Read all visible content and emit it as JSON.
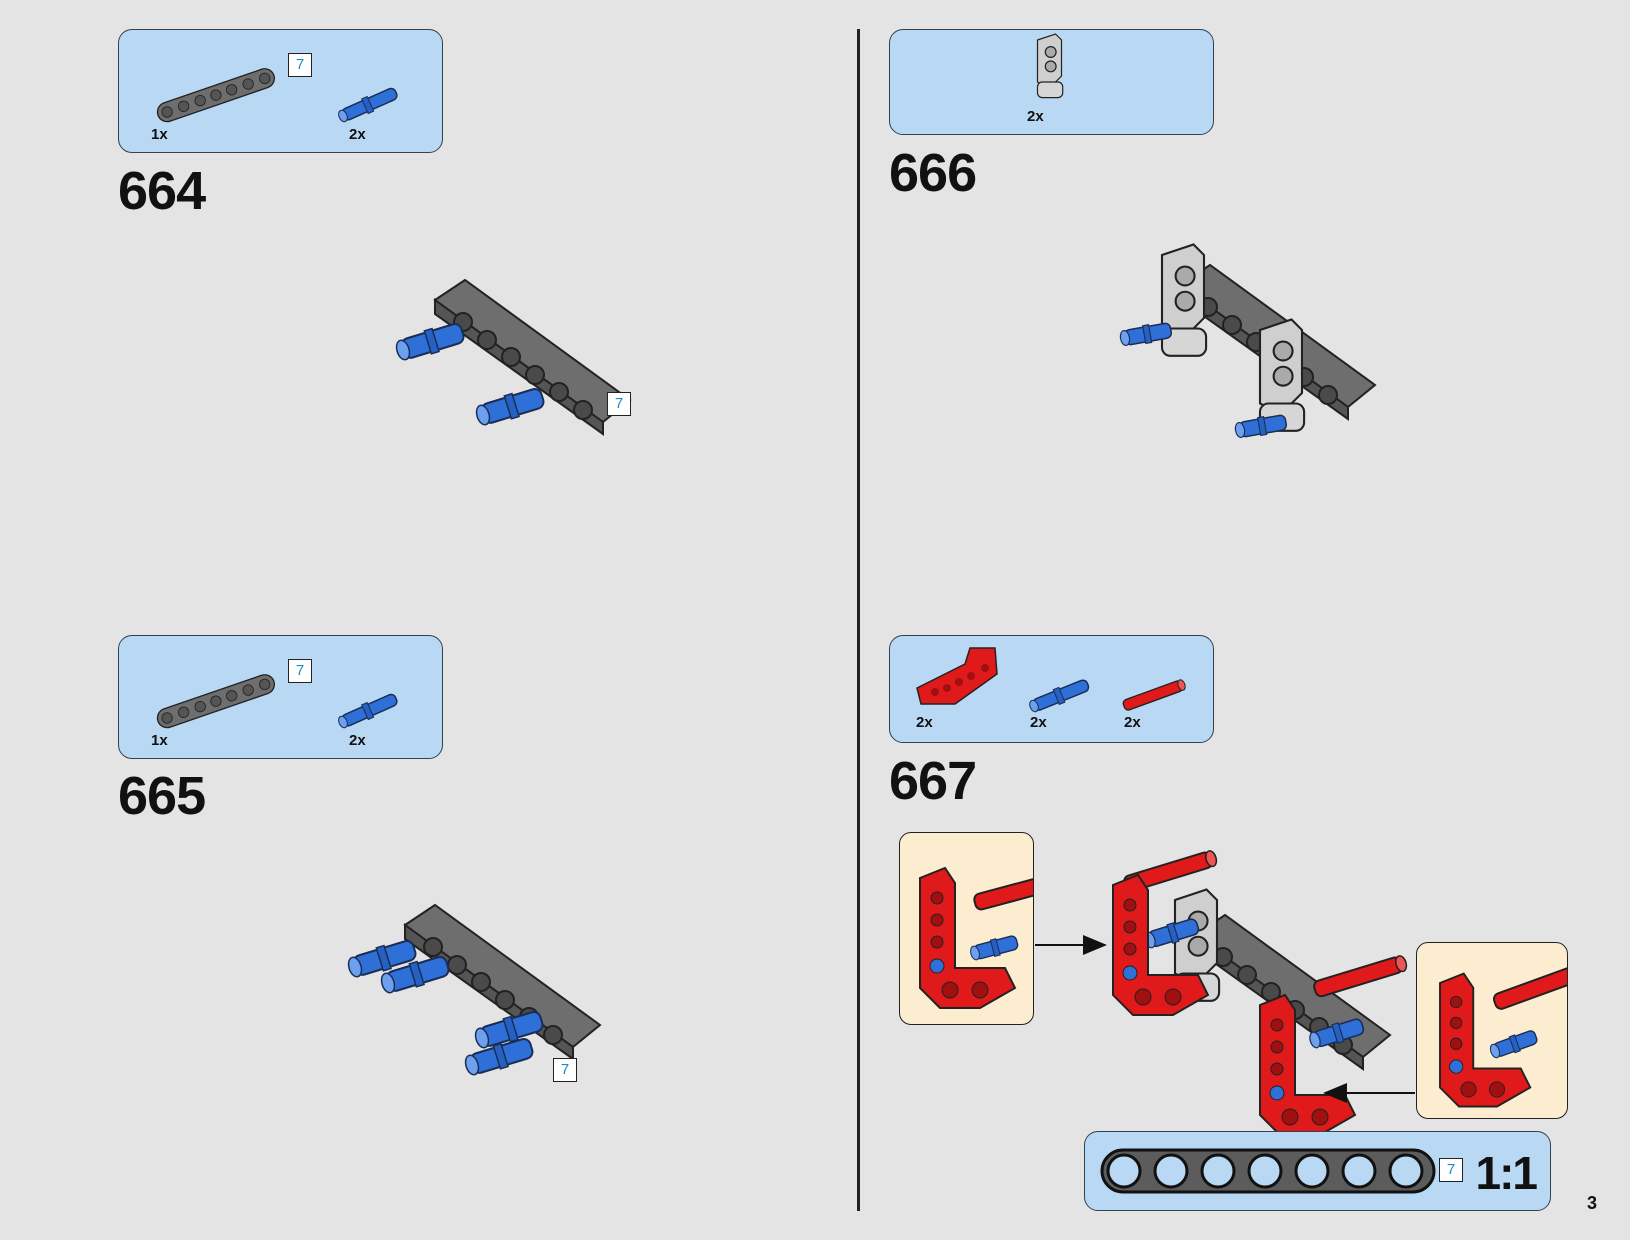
{
  "page_number": "3",
  "length_tag": "7",
  "scale_label": "1:1",
  "colors": {
    "background": "#e4e4e4",
    "parts_box": "#b9d8f3",
    "callout_box": "#fdedd0",
    "beam_gray": "#6e6e6e",
    "pin_blue": "#2f6fd8",
    "part_red": "#e01a1a",
    "light_gray": "#c9c9c9"
  },
  "steps": [
    {
      "number": "664",
      "parts": [
        {
          "qty": "1x",
          "part": "beam-7"
        },
        {
          "qty": "2x",
          "part": "blue-pin"
        }
      ]
    },
    {
      "number": "665",
      "parts": [
        {
          "qty": "1x",
          "part": "beam-7"
        },
        {
          "qty": "2x",
          "part": "blue-pin"
        }
      ]
    },
    {
      "number": "666",
      "parts": [
        {
          "qty": "2x",
          "part": "gray-connector"
        }
      ]
    },
    {
      "number": "667",
      "parts": [
        {
          "qty": "2x",
          "part": "red-l-beam"
        },
        {
          "qty": "2x",
          "part": "blue-pin"
        },
        {
          "qty": "2x",
          "part": "red-axle-pin"
        }
      ]
    }
  ]
}
